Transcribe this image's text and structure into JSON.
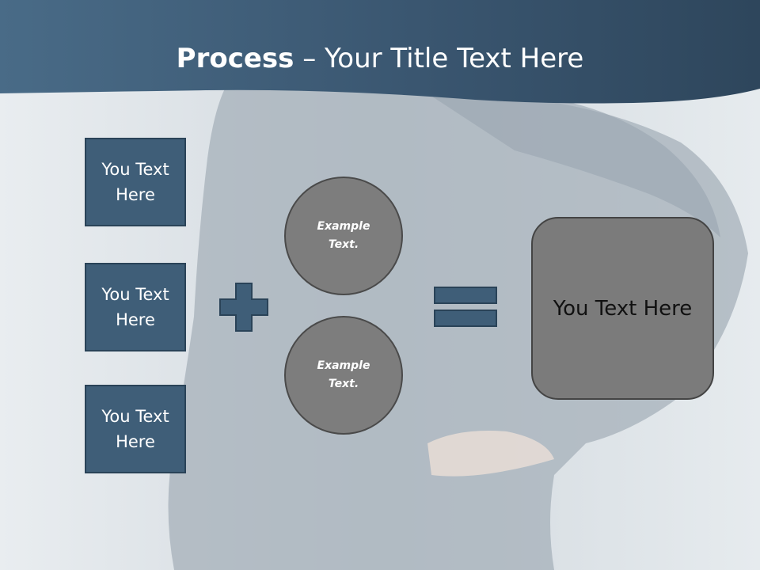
{
  "title": {
    "bold": "Process",
    "separator": " – ",
    "rest": "Your Title Text Here"
  },
  "inputs": [
    {
      "label": "You Text Here"
    },
    {
      "label": "You Text Here"
    },
    {
      "label": "You Text Here"
    }
  ],
  "operators": {
    "plus_icon": "plus-icon",
    "equals_icon": "equals-icon"
  },
  "circles": [
    {
      "label": "Example Text."
    },
    {
      "label": "Example Text."
    }
  ],
  "result": {
    "label": "You Text Here"
  },
  "colors": {
    "header": "#3a5670",
    "box_fill": "#3f5e78",
    "operator_fill": "#3f5e78",
    "circle_fill": "#7d7d7d",
    "result_fill": "#7b7b7b"
  }
}
